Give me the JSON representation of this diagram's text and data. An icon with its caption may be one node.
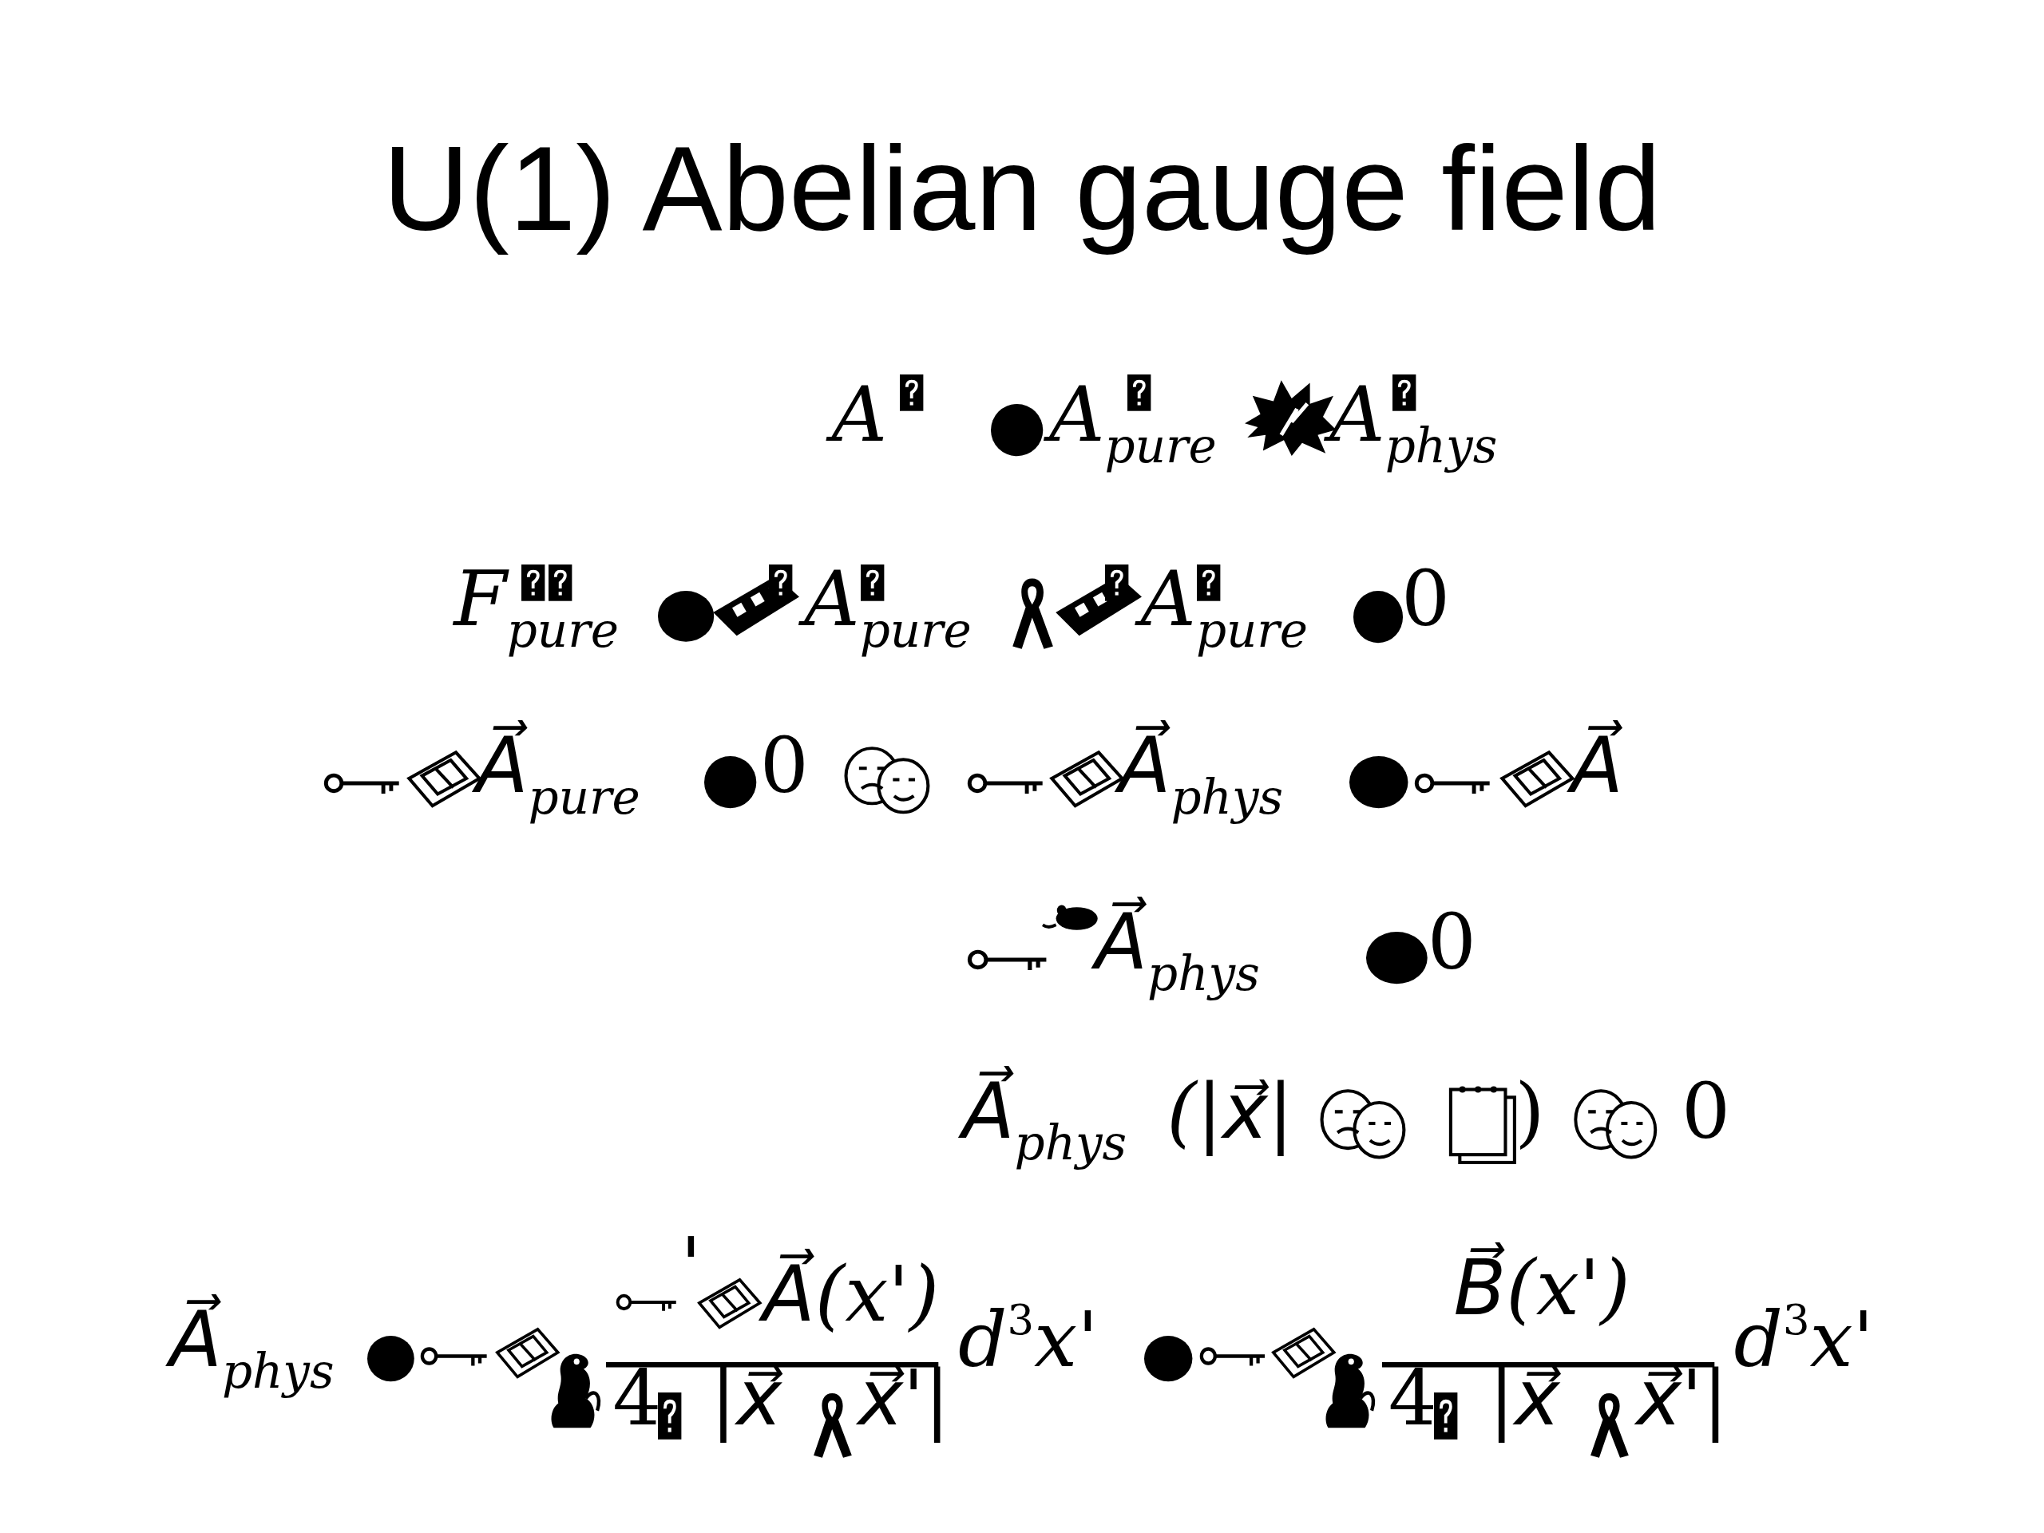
{
  "diagram": {
    "title": "U(1) Abelian gauge field",
    "labels": [
      "A",
      "A$_{pure}$",
      "A$_{phys}$",
      "F$_{pure}$",
      "A$_{pure}$",
      "A$_{pure}$",
      "0",
      "A⃗$_{pure}$",
      "0",
      "A⃗$_{phys}$",
      "A⃗",
      "A⃗$_{phys}$",
      "0",
      "A⃗$_{phys}$",
      "(|x⃗|",
      ")",
      "0",
      "A⃗$_{phys}$",
      "'",
      "A⃗(x')",
      "4",
      "|x⃗",
      "x⃗'|",
      "d$^{3}$x'",
      "B⃗(x')",
      "4",
      "|x⃗",
      "x⃗'|",
      "d$^{3}$x'"
    ]
  }
}
